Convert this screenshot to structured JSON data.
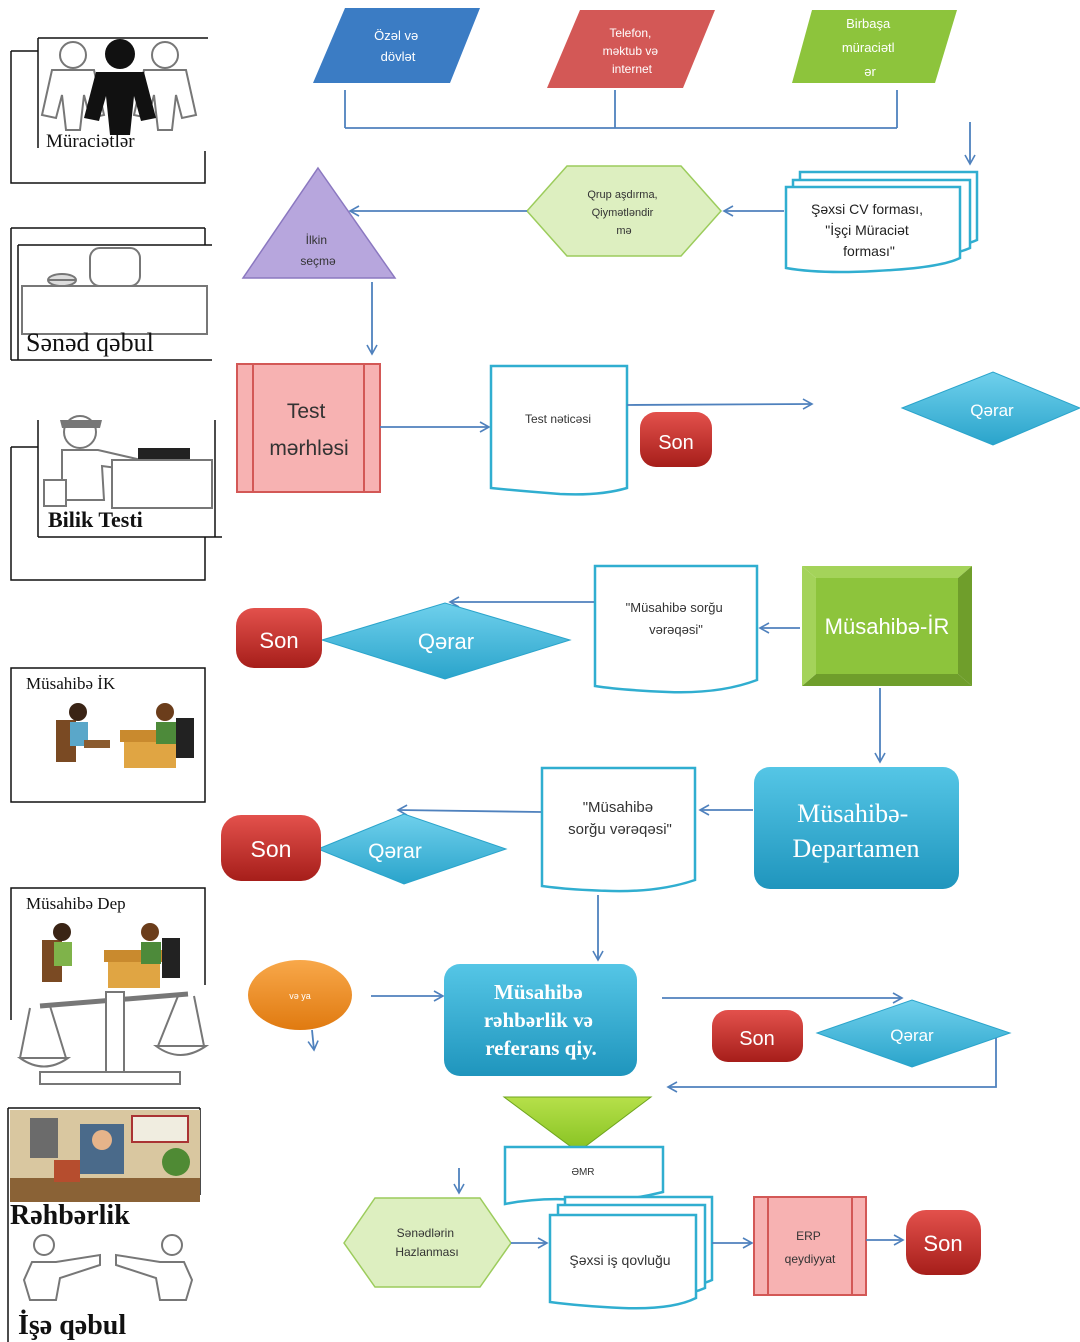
{
  "sidebar": {
    "muraciet": "Müraciətlər",
    "senad": "Sənəd qəbul",
    "bilik": "Bilik Testi",
    "musahibe_ik": "Müsahibə İK",
    "musahibe_dep": "Müsahibə Dep",
    "rehberlik": "Rəhbərlik",
    "ise_qebul": "İşə qəbul"
  },
  "nodes": {
    "ozel": [
      "Özəl və",
      "dövlət"
    ],
    "telefon": [
      "Telefon,",
      "məktub və",
      "internet"
    ],
    "birbasa": [
      "Birbaşa",
      "müraciətl",
      "ər"
    ],
    "cv": [
      "Şəxsi CV forması,",
      "\"İşçi Müraciət",
      "forması\""
    ],
    "qrup": [
      "Qrup aşdırma,",
      "Qiymətləndir",
      "mə"
    ],
    "ilkin": [
      "İlkin",
      "seçmə"
    ],
    "test": [
      "Test",
      "mərhləsi"
    ],
    "test_netice": [
      "Test nəticəsi"
    ],
    "son1": "Son",
    "qerar1": "Qərar",
    "sorgu1": [
      "\"Müsahibə sorğu",
      "vərəqəsi\""
    ],
    "musahibe_ir": "Müsahibə-İR",
    "qerar2": "Qərar",
    "son2": "Son",
    "musahibe_dep": [
      "Müsahibə-",
      "Departamen"
    ],
    "sorgu2": [
      "\"Müsahibə",
      "sorğu vərəqəsi\""
    ],
    "qerar3": "Qərar",
    "son3": "Son",
    "veya": "və ya",
    "rehberlik_node": [
      "Müsahibə",
      "rəhbərlik və",
      "referans qiy."
    ],
    "son4": "Son",
    "qerar4": "Qərar",
    "emr": "ƏMR",
    "senedler": [
      "Sənədlərin",
      "Hazlanması"
    ],
    "sexsi": "Şəxsi iş qovluğu",
    "erp": [
      "ERP",
      "qeydiyyat"
    ],
    "son5": "Son"
  },
  "colors": {
    "blue": "#3b7cc4",
    "red_para": "#d35856",
    "green": "#8dc43c",
    "hex_green": "#ddefc0",
    "purple": "#b7a6dd",
    "pink": "#f7b2b2",
    "teal": "#30aed0",
    "cyan": "#3fb8dc",
    "son_red": "#c0302b",
    "orange": "#f08c1a",
    "line": "#4f81bd"
  }
}
